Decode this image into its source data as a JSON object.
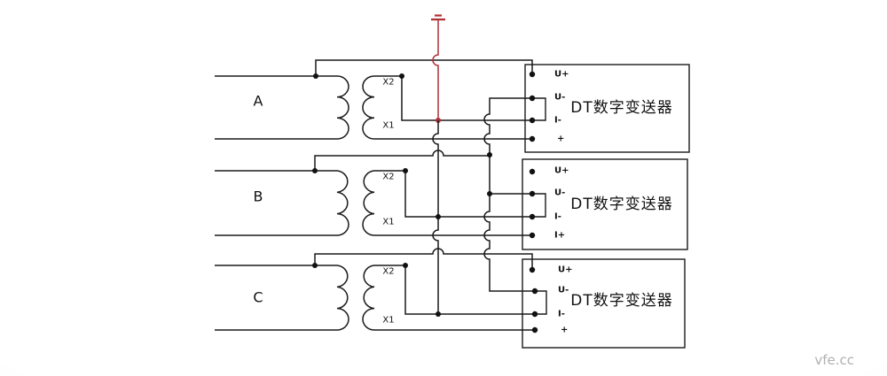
{
  "phases": [
    {
      "label": "A",
      "secondary_top_label": "X2",
      "secondary_bottom_label": "X1"
    },
    {
      "label": "B",
      "secondary_top_label": "X2",
      "secondary_bottom_label": "X1"
    },
    {
      "label": "C",
      "secondary_top_label": "X2",
      "secondary_bottom_label": "X1"
    }
  ],
  "transmitters": [
    {
      "label": "DT数字变送器",
      "terminals": [
        "U+",
        "U-",
        "I-",
        "+"
      ]
    },
    {
      "label": "DT数字变送器",
      "terminals": [
        "U+",
        "U-",
        "I-",
        "I+"
      ]
    },
    {
      "label": "DT数字变送器",
      "terminals": [
        "U+",
        "U-",
        "I-",
        "+"
      ]
    }
  ],
  "colors": {
    "wire": "#1a1a1a",
    "ground_wire": "#b03036",
    "watermark": "#b0b0b0"
  },
  "watermark": "vfe.cc"
}
